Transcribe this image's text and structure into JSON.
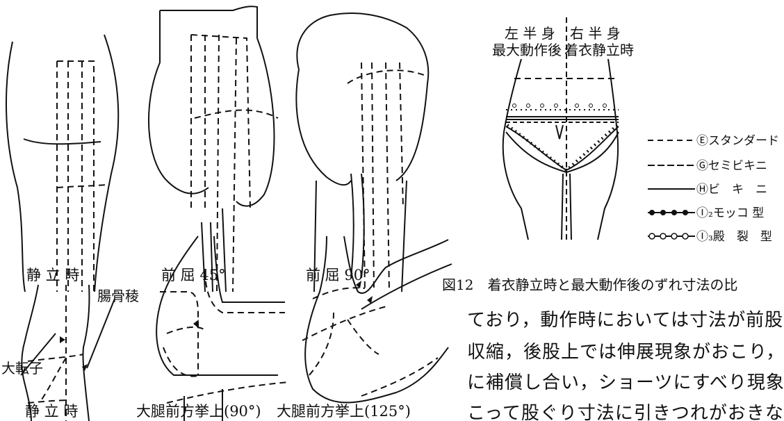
{
  "captions_top": [
    "静 立 時",
    "前 屈 45°",
    "前 屈 90°"
  ],
  "captions_bottom": [
    "静 立 時",
    "大腿前方挙上(90°)",
    "大腿前方挙上(125°)"
  ],
  "labels": {
    "ilium_ridge": "腸骨稜",
    "greater_trochanter": "大転子"
  },
  "figure12": {
    "left_half_line1": "左 半 身",
    "left_half_line2": "最大動作後",
    "right_half_line1": "右 半 身",
    "right_half_line2": "着衣静立時",
    "caption": "図12　着衣静立時と最大動作後のずれ寸法の比"
  },
  "legend": [
    {
      "name": "standard",
      "label": "Ⓔスタンダード"
    },
    {
      "name": "semi-bikini",
      "label": "Ⓖセミビキニ"
    },
    {
      "name": "bikini",
      "label": "Ⓗビ　キ　ニ"
    },
    {
      "name": "mokko",
      "label": "Ⓘ₂モッコ 型"
    },
    {
      "name": "crotch-split",
      "label": "Ⓘ₃殿　裂　型"
    }
  ],
  "body_text": [
    "ており，動作時においては寸法が前股上",
    "収縮，後股上では伸展現象がおこり，相",
    "に補償し合い，ショーツにすべり現象が",
    "こって股ぐり寸法に引きつれがおきない"
  ]
}
